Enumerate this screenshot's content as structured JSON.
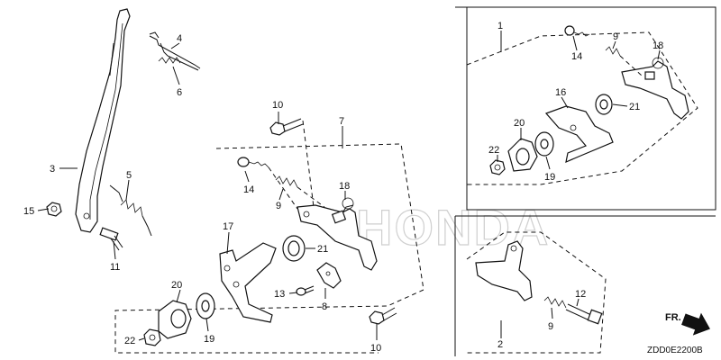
{
  "watermark": "HONDA",
  "diagram_code": "ZDD0E2200B",
  "direction_label": "FR.",
  "callouts": {
    "c1": "1",
    "c2": "2",
    "c3": "3",
    "c4": "4",
    "c5": "5",
    "c6": "6",
    "c7": "7",
    "c8": "8",
    "c9a": "9",
    "c9b": "9",
    "c9c": "9",
    "c10a": "10",
    "c10b": "10",
    "c11": "11",
    "c12": "12",
    "c13": "13",
    "c14a": "14",
    "c14b": "14",
    "c15": "15",
    "c16": "16",
    "c17": "17",
    "c18a": "18",
    "c18b": "18",
    "c19a": "19",
    "c19b": "19",
    "c20a": "20",
    "c20b": "20",
    "c21a": "21",
    "c21b": "21",
    "c22a": "22",
    "c22b": "22"
  }
}
